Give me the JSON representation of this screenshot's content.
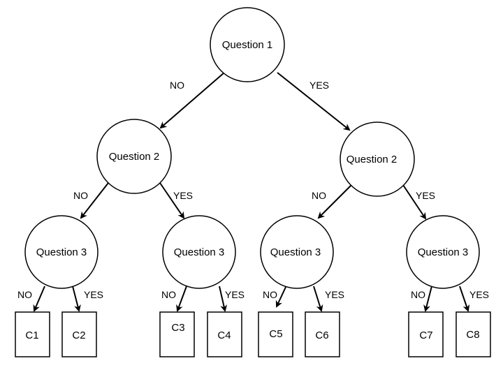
{
  "tree": {
    "root": {
      "label": "Question 1"
    },
    "left_q2": {
      "label": "Question 2"
    },
    "right_q2": {
      "label": "Question 2"
    },
    "q3_a": {
      "label": "Question 3"
    },
    "q3_b": {
      "label": "Question 3"
    },
    "q3_c": {
      "label": "Question 3"
    },
    "q3_d": {
      "label": "Question 3"
    }
  },
  "edges": {
    "root_no": "NO",
    "root_yes": "YES",
    "lq2_no": "NO",
    "lq2_yes": "YES",
    "rq2_no": "NO",
    "rq2_yes": "YES",
    "q3a_no": "NO",
    "q3a_yes": "YES",
    "q3b_no": "NO",
    "q3b_yes": "YES",
    "q3c_no": "NO",
    "q3c_yes": "YES",
    "q3d_no": "NO",
    "q3d_yes": "YES"
  },
  "leaves": [
    "C1",
    "C2",
    "C3",
    "C4",
    "C5",
    "C6",
    "C7",
    "C8"
  ]
}
